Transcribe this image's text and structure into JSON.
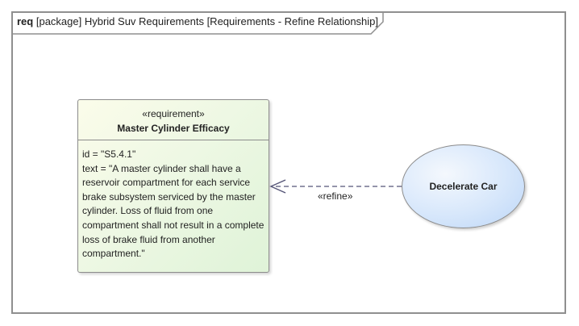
{
  "frame": {
    "keyword": "req",
    "title": "[package] Hybrid Suv Requirements [Requirements - Refine Relationship]"
  },
  "requirement": {
    "stereotype": "«requirement»",
    "name": "Master Cylinder Efficacy",
    "id_line": "id = \"S5.4.1\"",
    "text_lines": [
      "text = \"A master cylinder shall have a",
      "reservoir compartment for each service",
      "brake subsystem serviced by the master",
      "cylinder. Loss of fluid from one",
      "compartment shall not result in a complete",
      "loss of brake fluid from another",
      "compartment.\""
    ]
  },
  "usecase": {
    "name": "Decelerate Car"
  },
  "relationship": {
    "label": "«refine»"
  },
  "colors": {
    "frame_border": "#8f8f8f",
    "requirement_fill": "#e6f5dc",
    "usecase_fill": "#cfe2fa",
    "connector": "#555577"
  }
}
